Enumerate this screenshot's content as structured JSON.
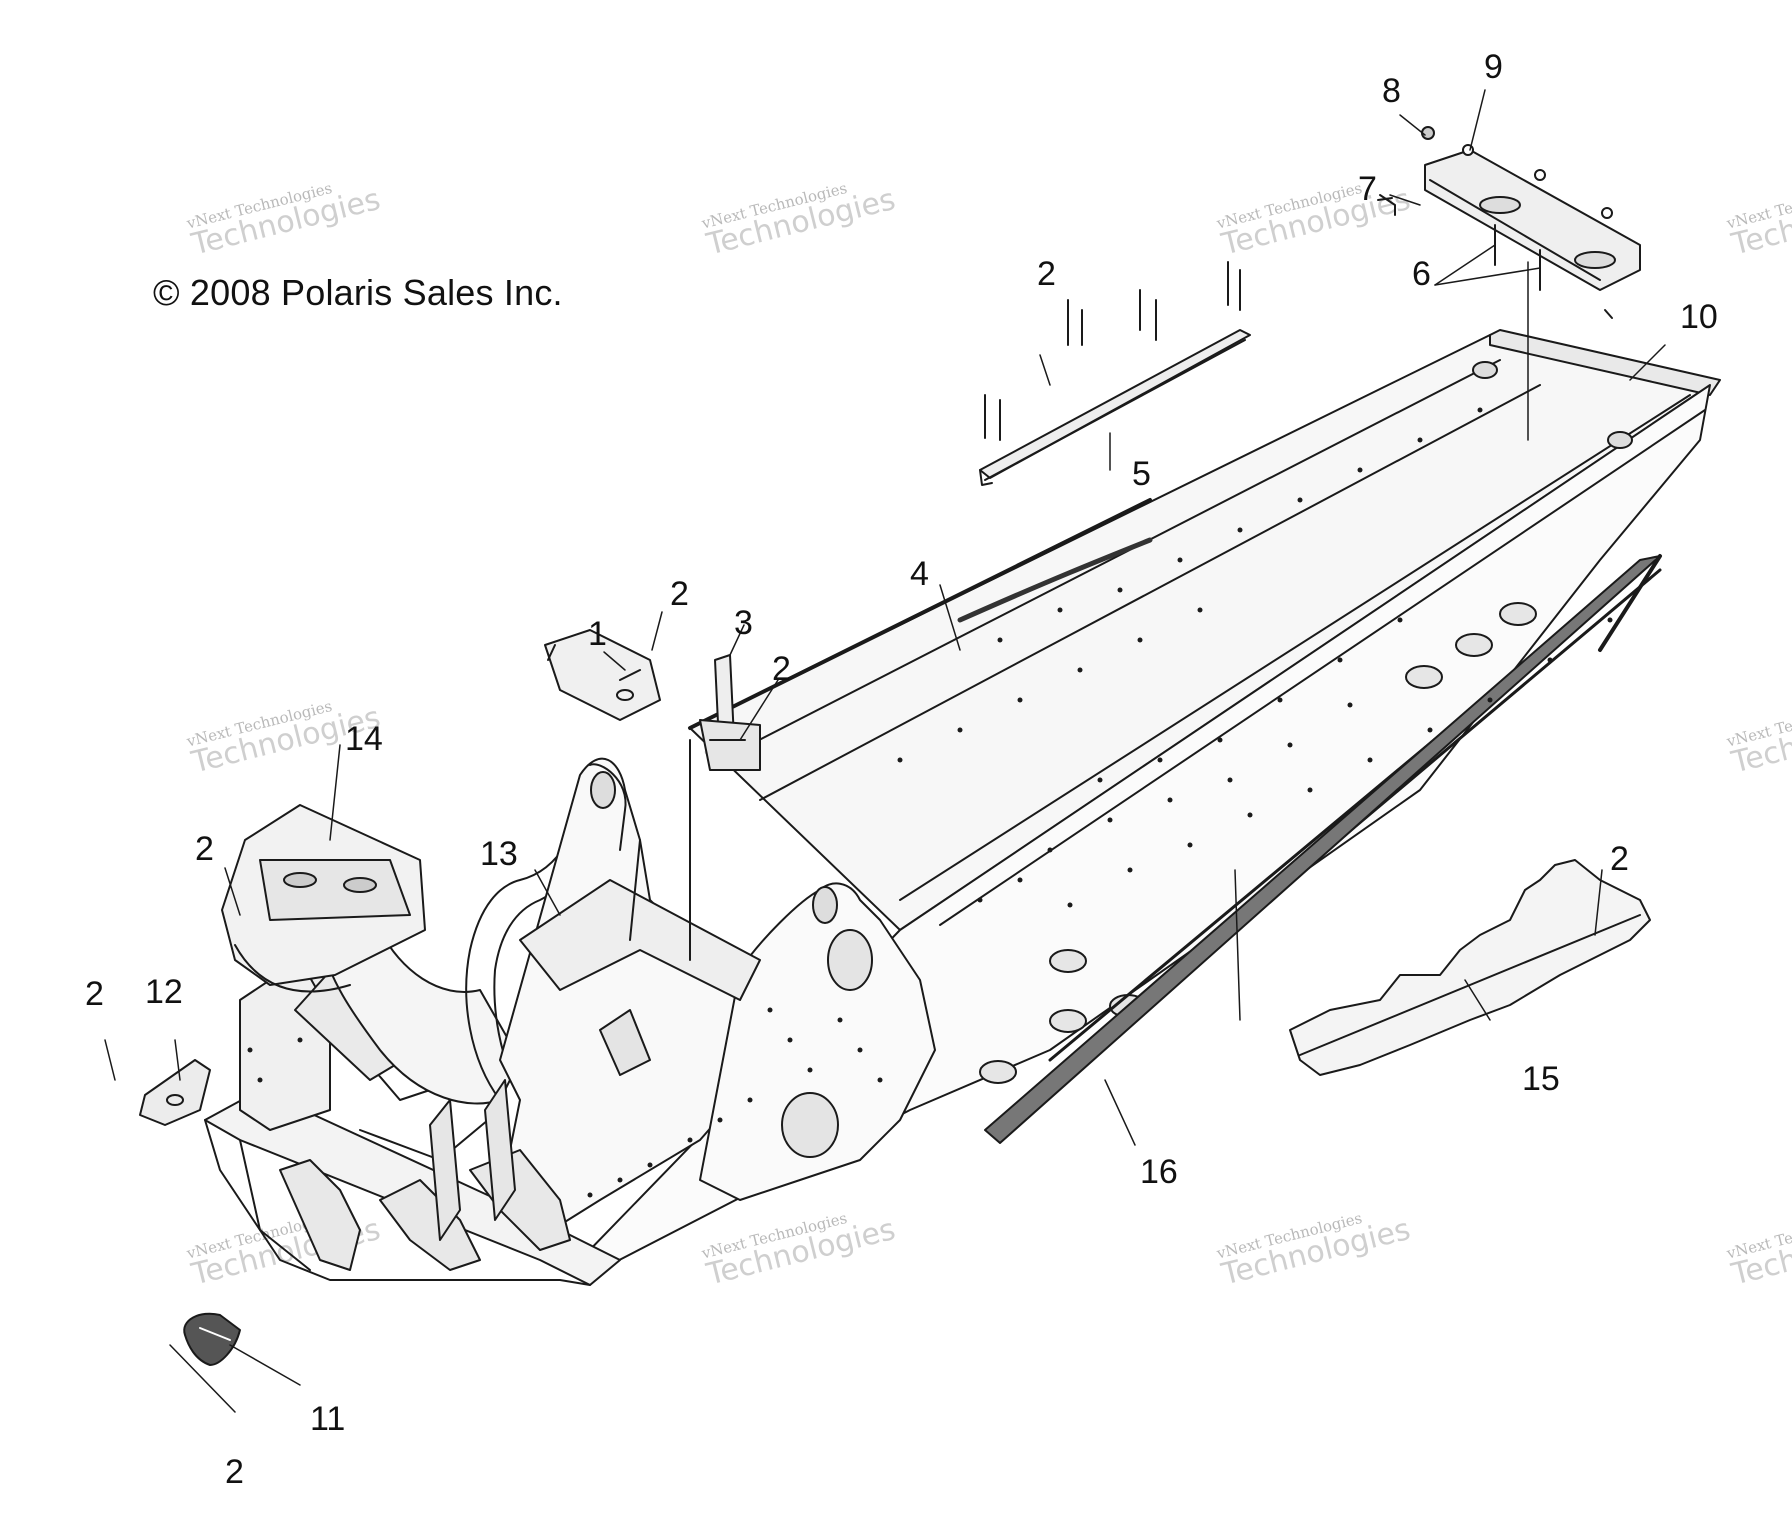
{
  "diagram": {
    "copyright": "© 2008 Polaris Sales Inc.",
    "watermark": {
      "line1": "vNext Technologies",
      "line2": "Technologies"
    },
    "callouts": [
      {
        "id": "c1",
        "label": "1"
      },
      {
        "id": "c2a",
        "label": "2"
      },
      {
        "id": "c2b",
        "label": "2"
      },
      {
        "id": "c2c",
        "label": "2"
      },
      {
        "id": "c2d",
        "label": "2"
      },
      {
        "id": "c2e",
        "label": "2"
      },
      {
        "id": "c2f",
        "label": "2"
      },
      {
        "id": "c2g",
        "label": "2"
      },
      {
        "id": "c3",
        "label": "3"
      },
      {
        "id": "c4",
        "label": "4"
      },
      {
        "id": "c5",
        "label": "5"
      },
      {
        "id": "c6",
        "label": "6"
      },
      {
        "id": "c7",
        "label": "7"
      },
      {
        "id": "c8",
        "label": "8"
      },
      {
        "id": "c9",
        "label": "9"
      },
      {
        "id": "c10",
        "label": "10"
      },
      {
        "id": "c11",
        "label": "11"
      },
      {
        "id": "c12",
        "label": "12"
      },
      {
        "id": "c13",
        "label": "13"
      },
      {
        "id": "c14",
        "label": "14"
      },
      {
        "id": "c15",
        "label": "15"
      },
      {
        "id": "c16",
        "label": "16"
      }
    ]
  }
}
